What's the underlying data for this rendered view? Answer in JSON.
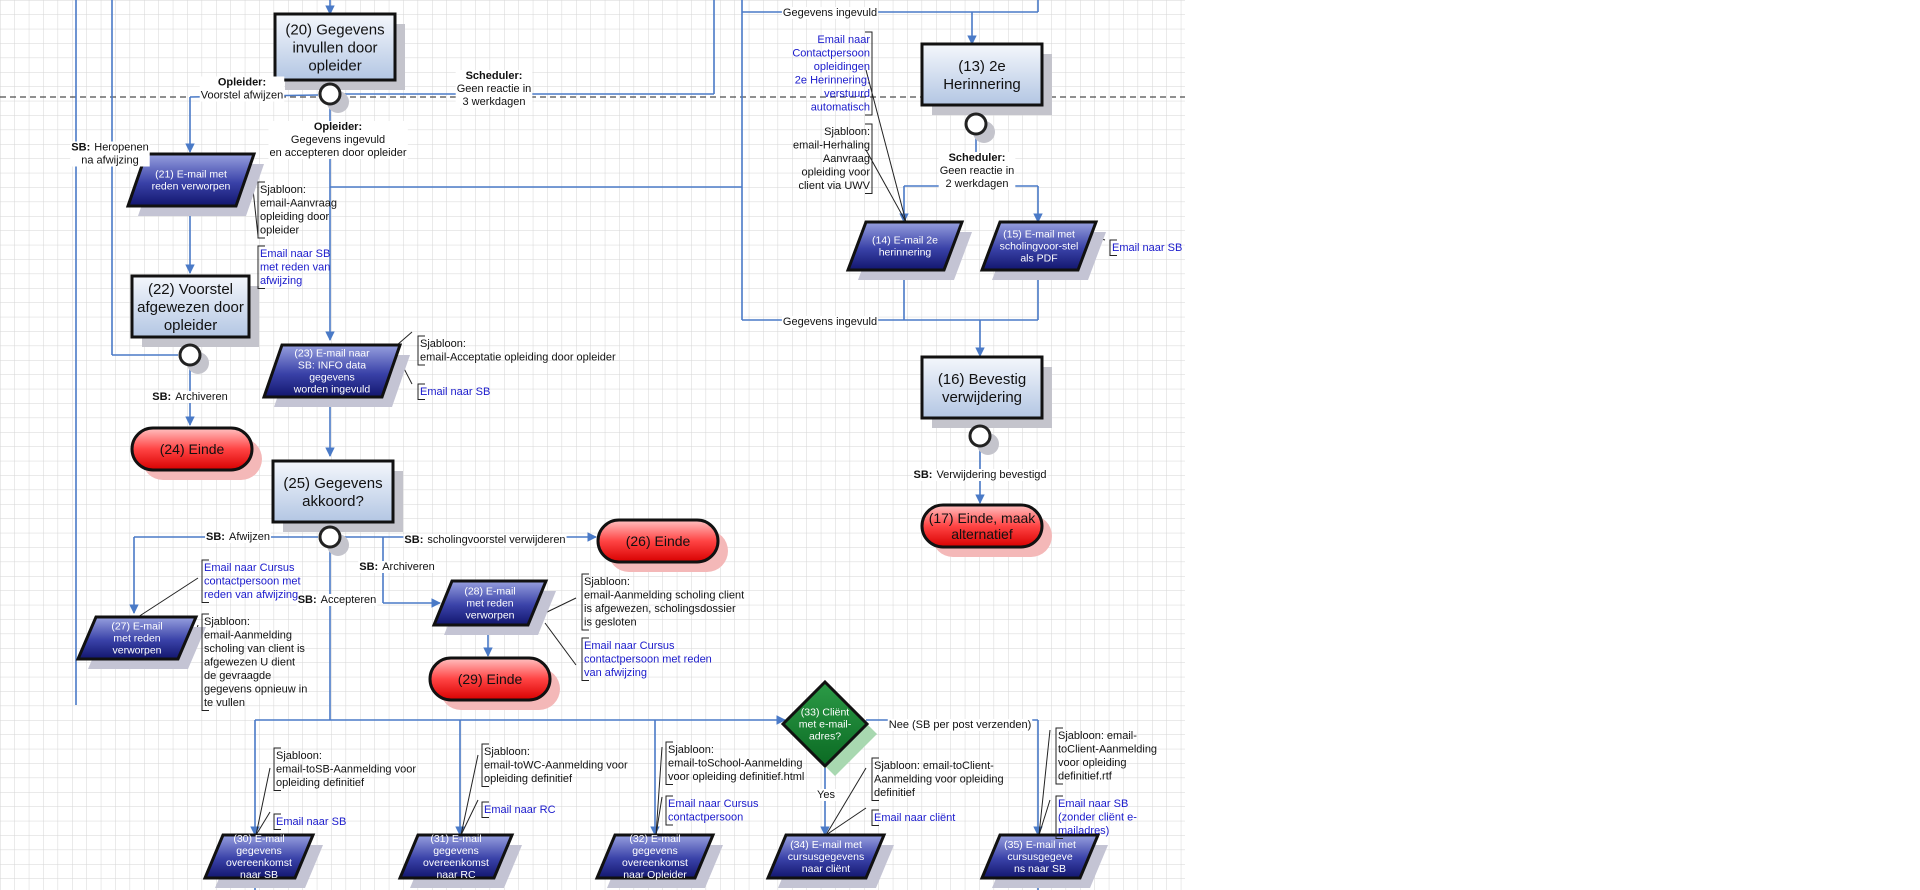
{
  "boxes": {
    "b20": [
      "(20) Gegevens",
      "invullen door",
      "opleider"
    ],
    "b22": [
      "(22) Voorstel",
      "afgewezen door",
      "opleider"
    ],
    "b25": [
      "(25) Gegevens",
      "akkoord?"
    ],
    "b13": [
      "(13) 2e",
      "Herinnering"
    ],
    "b16": [
      "(16) Bevestig",
      "verwijdering"
    ]
  },
  "ends": {
    "e24": [
      "(24) Einde"
    ],
    "e26": [
      "(26) Einde"
    ],
    "e29": [
      "(29) Einde"
    ],
    "e17": [
      "(17) Einde, maak",
      "alternatief"
    ]
  },
  "emails": {
    "m21": [
      "(21) E-mail met",
      "reden verworpen"
    ],
    "m23": [
      "(23) E-mail naar",
      "SB: INFO data",
      "gegevens",
      "worden ingevuld"
    ],
    "m27": [
      "(27) E-mail",
      "met reden",
      "verworpen"
    ],
    "m28": [
      "(28) E-mail",
      "met reden",
      "verworpen"
    ],
    "m14": [
      "(14) E-mail 2e",
      "herinnering"
    ],
    "m15": [
      "(15) E-mail met",
      "scholingvoor-stel",
      "als PDF"
    ],
    "m30": [
      "(30) E-mail",
      "gegevens",
      "overeenkomst",
      "naar SB"
    ],
    "m31": [
      "(31) E-mail",
      "gegevens",
      "overeenkomst",
      "naar RC"
    ],
    "m32": [
      "(32) E-mail",
      "gegevens",
      "overeenkomst",
      "naar Opleider"
    ],
    "m34": [
      "(34) E-mail met",
      "cursusgegevens",
      "naar cliënt"
    ],
    "m35": [
      "(35) E-mail met",
      "cursusgegeve",
      "ns naar SB"
    ]
  },
  "decision": {
    "d33": [
      "(33) Cliënt",
      "met e-mail-",
      "adres?"
    ]
  },
  "labels": [
    {
      "id": "lb_gi_top",
      "lines": [
        "Gegevens ingevuld"
      ]
    },
    {
      "id": "lb_opl1",
      "bold": "Opleider:",
      "lines": [
        "Voorstel afwijzen"
      ]
    },
    {
      "id": "lb_sched1",
      "bold": "Scheduler:",
      "lines": [
        "Geen reactie in",
        "3 werkdagen"
      ]
    },
    {
      "id": "lb_opl2",
      "bold": "Opleider:",
      "lines": [
        "Gegevens ingevuld",
        "en accepteren door opleider"
      ]
    },
    {
      "id": "lb_sb_her",
      "bold": "SB:",
      "boldInline": true,
      "lines": [
        "Heropenen",
        "na afwijzing"
      ]
    },
    {
      "id": "lb_sched2",
      "bold": "Scheduler:",
      "lines": [
        "Geen reactie in",
        "2 werkdagen"
      ]
    },
    {
      "id": "lb_gi_bottom",
      "lines": [
        "Gegevens ingevuld"
      ]
    },
    {
      "id": "lb_sb_arch1",
      "bold": "SB:",
      "boldInline": true,
      "lines": [
        "Archiveren"
      ]
    },
    {
      "id": "lb_sb_verw",
      "bold": "SB:",
      "boldInline": true,
      "lines": [
        "Verwijdering bevestigd"
      ]
    },
    {
      "id": "lb_sb_afw",
      "bold": "SB:",
      "boldInline": true,
      "lines": [
        "Afwijzen"
      ]
    },
    {
      "id": "lb_sb_schol",
      "bold": "SB:",
      "boldInline": true,
      "lines": [
        "scholingvoorstel verwijderen"
      ]
    },
    {
      "id": "lb_sb_arch2",
      "bold": "SB:",
      "boldInline": true,
      "lines": [
        "Archiveren"
      ]
    },
    {
      "id": "lb_sb_acc",
      "bold": "SB:",
      "boldInline": true,
      "lines": [
        "Accepteren"
      ]
    },
    {
      "id": "lb_nee",
      "lines": [
        "Nee (SB per post verzenden)"
      ]
    },
    {
      "id": "lb_yes",
      "lines": [
        "Yes"
      ]
    }
  ],
  "notes": [
    {
      "id": "n_sj21",
      "color": "#111111",
      "lines": [
        "Sjabloon:",
        "email-Aanvraag",
        "opleiding door",
        "opleider"
      ]
    },
    {
      "id": "n_sb21",
      "color": "#1a1acc",
      "lines": [
        "Email naar SB",
        "met reden van",
        "afwijzing"
      ]
    },
    {
      "id": "n_sj23",
      "color": "#111111",
      "lines": [
        "Sjabloon:",
        "email-Acceptatie opleiding door opleider"
      ]
    },
    {
      "id": "n_sb23",
      "color": "#1a1acc",
      "lines": [
        "Email naar SB"
      ]
    },
    {
      "id": "n_blue13",
      "color": "#1a1acc",
      "align": "end",
      "lines": [
        "Email naar",
        "Contactpersoon",
        "opleidingen",
        "2e Herinnering:",
        "verstuurd",
        "automatisch"
      ]
    },
    {
      "id": "n_sj13",
      "color": "#111111",
      "align": "end",
      "lines": [
        "Sjabloon:",
        "email-Herhaling",
        "Aanvraag",
        "opleiding voor",
        "client via UWV"
      ]
    },
    {
      "id": "n_sb15",
      "color": "#1a1acc",
      "lines": [
        "Email naar SB"
      ]
    },
    {
      "id": "n_blue27",
      "color": "#1a1acc",
      "lines": [
        "Email naar Cursus",
        "contactpersoon met",
        "reden van afwijzing"
      ]
    },
    {
      "id": "n_sj27",
      "color": "#111111",
      "lines": [
        "Sjabloon:",
        "email-Aanmelding",
        "scholing van client is",
        "afgewezen U dient",
        "de gevraagde",
        "gegevens opnieuw in",
        "te vullen"
      ]
    },
    {
      "id": "n_sj28",
      "color": "#111111",
      "lines": [
        "Sjabloon:",
        "email-Aanmelding scholing client",
        "is afgewezen, scholingsdossier",
        "is gesloten"
      ]
    },
    {
      "id": "n_blue28",
      "color": "#1a1acc",
      "lines": [
        "Email naar Cursus",
        "contactpersoon met reden",
        "van afwijzing"
      ]
    },
    {
      "id": "n_sj30",
      "color": "#111111",
      "lines": [
        "Sjabloon:",
        "email-toSB-Aanmelding voor",
        "opleiding definitief"
      ]
    },
    {
      "id": "n_sb30",
      "color": "#1a1acc",
      "lines": [
        "Email naar SB"
      ]
    },
    {
      "id": "n_sj31",
      "color": "#111111",
      "lines": [
        "Sjabloon:",
        "email-toWC-Aanmelding voor",
        "opleiding definitief"
      ]
    },
    {
      "id": "n_rc31",
      "color": "#1a1acc",
      "lines": [
        "Email naar RC"
      ]
    },
    {
      "id": "n_sj32",
      "color": "#111111",
      "lines": [
        "Sjabloon:",
        "email-toSchool-Aanmelding",
        "voor opleiding definitief.html"
      ]
    },
    {
      "id": "n_blue32",
      "color": "#1a1acc",
      "lines": [
        "Email naar Cursus",
        "contactpersoon"
      ]
    },
    {
      "id": "n_sj34",
      "color": "#111111",
      "lines": [
        "Sjabloon:  email-toClient-",
        "Aanmelding voor opleiding",
        "definitief"
      ]
    },
    {
      "id": "n_blue34",
      "color": "#1a1acc",
      "lines": [
        "Email naar cliënt"
      ]
    },
    {
      "id": "n_sj35",
      "color": "#111111",
      "lines": [
        "Sjabloon:  email-",
        "toClient-Aanmelding",
        "voor opleiding",
        "definitief.rtf"
      ]
    },
    {
      "id": "n_blue35",
      "color": "#1a1acc",
      "lines": [
        "Email naar SB",
        "(zonder cliënt e-",
        "mailadres)"
      ]
    }
  ],
  "colors": {
    "line": "#4a7ac7",
    "box_fill_top": "#f2f6fb",
    "box_fill_bottom": "#b7c9e4",
    "email_top": "#8893d6",
    "email_bottom": "#151a78",
    "end_top": "#ffb0b0",
    "end_bottom": "#e00000",
    "decision": "#0e7f2a",
    "shadow": "#b9b9cc",
    "grid": "#d3d3d3"
  }
}
